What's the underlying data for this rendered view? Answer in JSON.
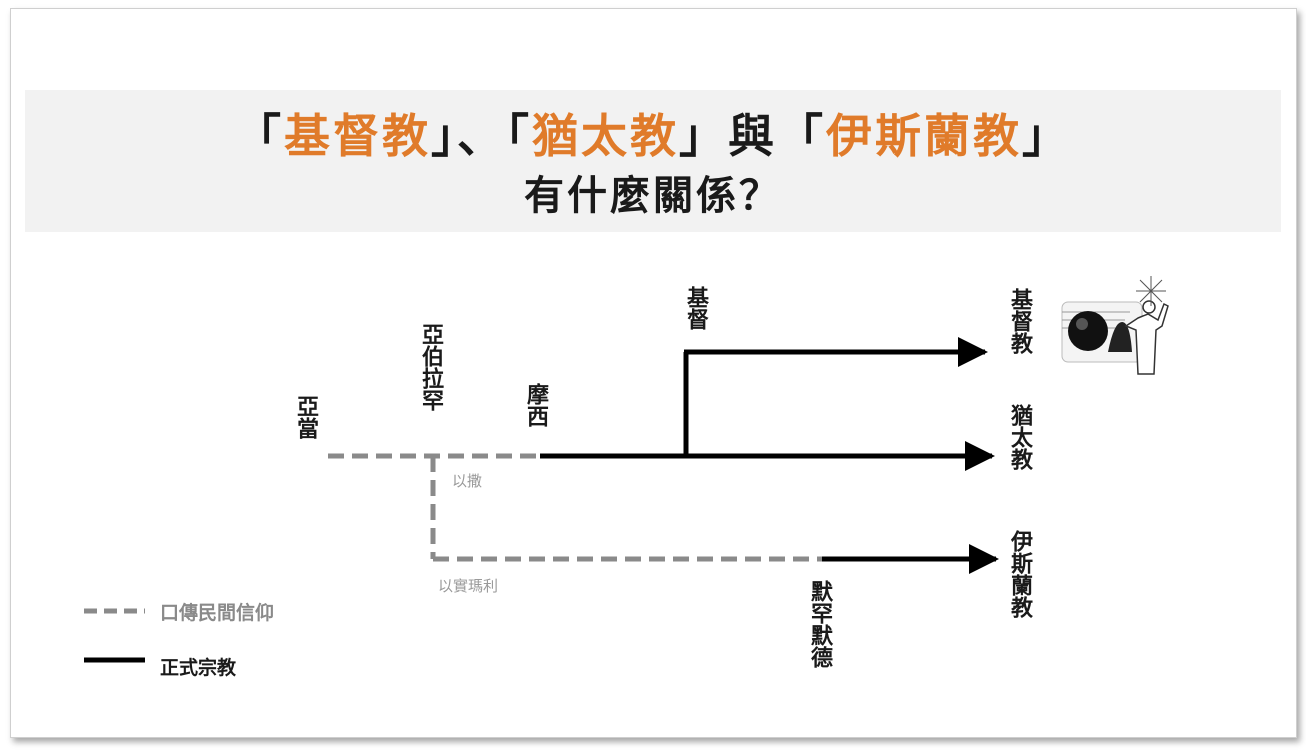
{
  "title": {
    "open1": "「",
    "rel1": "基督教",
    "close1": "」",
    "sep": "、",
    "open2": "「",
    "rel2": "猶太教",
    "close2": "」",
    "conj": "與",
    "open3": "「",
    "rel3": "伊斯蘭教",
    "close3": "」",
    "line2": "有什麼關係？"
  },
  "nodes": {
    "adam": "亞當",
    "abraham": "亞伯拉罕",
    "moses": "摩西",
    "christ": "基督",
    "muhammad": "默罕默德",
    "isaac": "以撒",
    "ishmael": "以實瑪利"
  },
  "outcomes": {
    "christianity": "基督教",
    "judaism": "猶太教",
    "islam": "伊斯蘭教"
  },
  "legend": {
    "oral": "口傳民間信仰",
    "formal": "正式宗教"
  },
  "colors": {
    "accent": "#e07b2a",
    "dashed": "#8a8a8a",
    "solid": "#000000"
  },
  "icons": {
    "illustration": "empty-tomb-resurrection-icon"
  }
}
